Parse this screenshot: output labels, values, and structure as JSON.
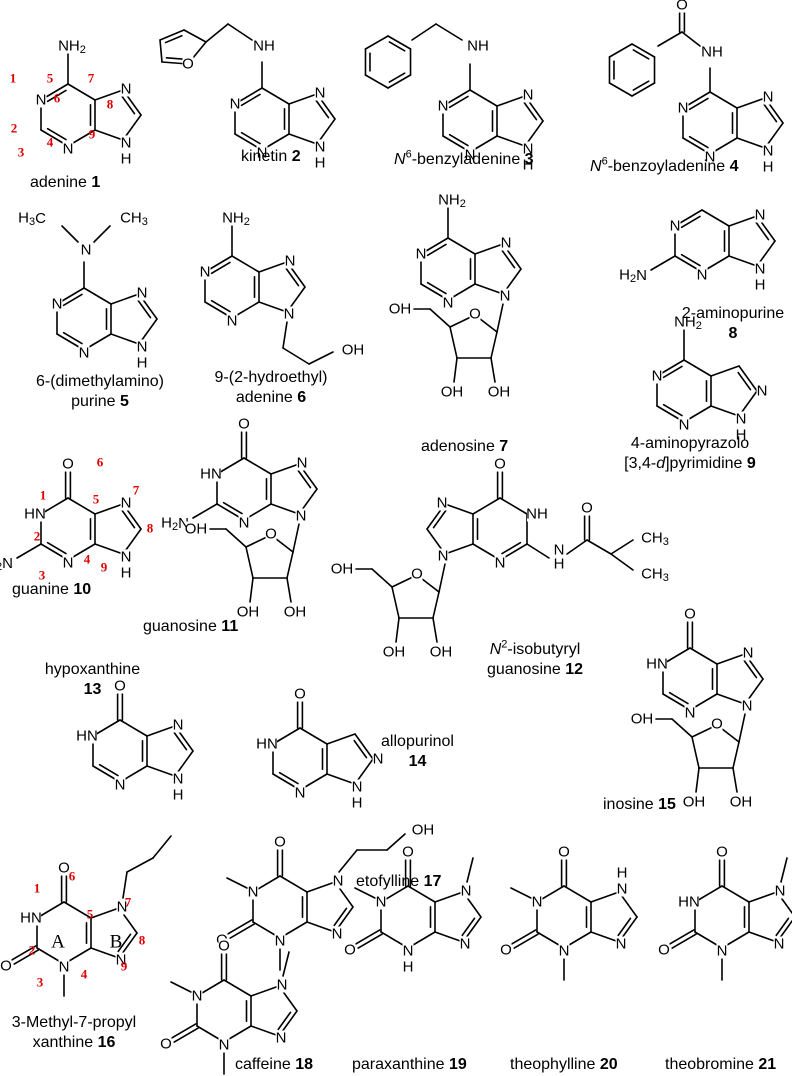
{
  "compounds": [
    {
      "id": "1",
      "name": "adenine",
      "sep": " "
    },
    {
      "id": "2",
      "name": "kinetin",
      "sep": " "
    },
    {
      "id": "3",
      "name_prefix": "N",
      "name_sup": "6",
      "name": "-benzyladenine",
      "sep": " "
    },
    {
      "id": "4",
      "name_prefix": "N",
      "name_sup": "6",
      "name": "-benzoyladenine",
      "sep": " "
    },
    {
      "id": "5",
      "name": "6-(dimethylamino)",
      "name2": "purine",
      "sep": " "
    },
    {
      "id": "6",
      "name": "9-(2-hydroethyl)",
      "name2": "adenine",
      "sep": " "
    },
    {
      "id": "7",
      "name": "adenosine",
      "sep": " "
    },
    {
      "id": "8",
      "name": "2-aminopurine",
      "sep": ""
    },
    {
      "id": "9",
      "name": "4-aminopyrazolo",
      "name2a": "[3,4-",
      "name2i": "d",
      "name2b": "]pyrimidine",
      "sep": " "
    },
    {
      "id": "10",
      "name": "guanine",
      "sep": " "
    },
    {
      "id": "11",
      "name": "guanosine",
      "sep": " "
    },
    {
      "id": "12",
      "name_prefix": "N",
      "name_sup": "2",
      "name": "-isobutyryl",
      "name2": "guanosine",
      "sep": " "
    },
    {
      "id": "13",
      "name": "hypoxanthine",
      "sep": ""
    },
    {
      "id": "14",
      "name": "allopurinol",
      "sep": ""
    },
    {
      "id": "15",
      "name": "inosine",
      "sep": " "
    },
    {
      "id": "16",
      "name": "3-Methyl-7-propyl",
      "name2": "xanthine",
      "sep": " "
    },
    {
      "id": "17",
      "name": "etofylline",
      "sep": " "
    },
    {
      "id": "18",
      "name": "caffeine",
      "sep": " "
    },
    {
      "id": "19",
      "name": "paraxanthine",
      "sep": " "
    },
    {
      "id": "20",
      "name": "theophylline",
      "sep": " "
    },
    {
      "id": "21",
      "name": "theobromine",
      "sep": " "
    }
  ],
  "atoms": {
    "nh2": "NH2",
    "nh": "NH",
    "hn": "HN",
    "h2n": "H2N",
    "n": "N",
    "h": "H",
    "o": "O",
    "oh": "OH",
    "ch3": "CH3",
    "h3c": "H3C"
  },
  "ring_labels": {
    "a": "A",
    "b": "B"
  },
  "position_numbers": [
    "1",
    "2",
    "3",
    "4",
    "5",
    "6",
    "7",
    "8",
    "9"
  ],
  "colors": {
    "numbering": "#e00000",
    "bonds": "#000000"
  }
}
